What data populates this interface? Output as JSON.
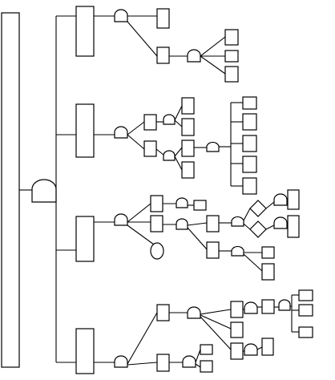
{
  "diagram": {
    "type": "fault-tree",
    "root": {
      "kind": "event",
      "children": [
        "and-gate-root"
      ]
    },
    "branches": [
      {
        "name": "branch-1",
        "gate": "and",
        "levels": 3
      },
      {
        "name": "branch-2",
        "gate": "and",
        "levels": 4
      },
      {
        "name": "branch-3",
        "gate": "and",
        "levels": 4,
        "special_nodes": [
          "ellipse",
          "diamond",
          "diamond"
        ]
      },
      {
        "name": "branch-4",
        "gate": "and",
        "levels": 4
      }
    ],
    "colors": {
      "stroke": "#000000",
      "fill": "#ffffff"
    }
  }
}
